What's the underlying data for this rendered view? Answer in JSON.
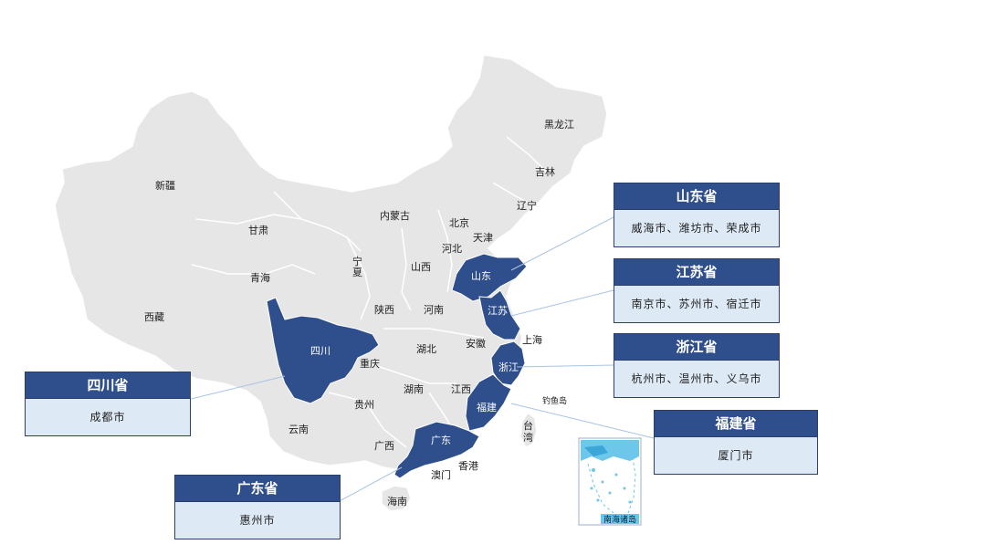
{
  "colors": {
    "land": "#e6e6e6",
    "border": "#ffffff",
    "highlight": "#2f4e8c",
    "leader": "#a9c3e4",
    "callout_bg": "#dde9f5",
    "sea_inset": "#6cc7ea"
  },
  "highlighted_provinces": [
    "山东",
    "江苏",
    "浙江",
    "福建",
    "广东",
    "四川"
  ],
  "province_labels": {
    "heilongjiang": "黑龙江",
    "jilin": "吉林",
    "liaoning": "辽宁",
    "neimenggu": "内蒙古",
    "beijing": "北京",
    "tianjin": "天津",
    "hebei": "河北",
    "shanxi": "山西",
    "shandong": "山东",
    "ningxia_1": "宁",
    "ningxia_2": "夏",
    "gansu": "甘肃",
    "xinjiang": "新疆",
    "qinghai": "青海",
    "xizang": "西藏",
    "shaanxi": "陕西",
    "henan": "河南",
    "jiangsu": "江苏",
    "shanghai": "上海",
    "anhui": "安徽",
    "hubei": "湖北",
    "sichuan": "四川",
    "chongqing": "重庆",
    "zhejiang": "浙江",
    "hunan": "湖南",
    "jiangxi": "江西",
    "guizhou": "贵州",
    "fujian": "福建",
    "yunnan": "云南",
    "guangxi": "广西",
    "guangdong": "广东",
    "hongkong": "香港",
    "macau": "澳门",
    "hainan": "海南",
    "taiwan_1": "台",
    "taiwan_2": "湾",
    "diaoyudao": "钓鱼岛",
    "nanhai": "南海诸岛"
  },
  "callouts": {
    "shandong": {
      "title": "山东省",
      "cities": "威海市、潍坊市、荣成市"
    },
    "jiangsu": {
      "title": "江苏省",
      "cities": "南京市、苏州市、宿迁市"
    },
    "zhejiang": {
      "title": "浙江省",
      "cities": "杭州市、温州市、义乌市"
    },
    "fujian": {
      "title": "福建省",
      "cities": "厦门市"
    },
    "sichuan": {
      "title": "四川省",
      "cities": "成都市"
    },
    "guangdong": {
      "title": "广东省",
      "cities": "惠州市"
    }
  }
}
